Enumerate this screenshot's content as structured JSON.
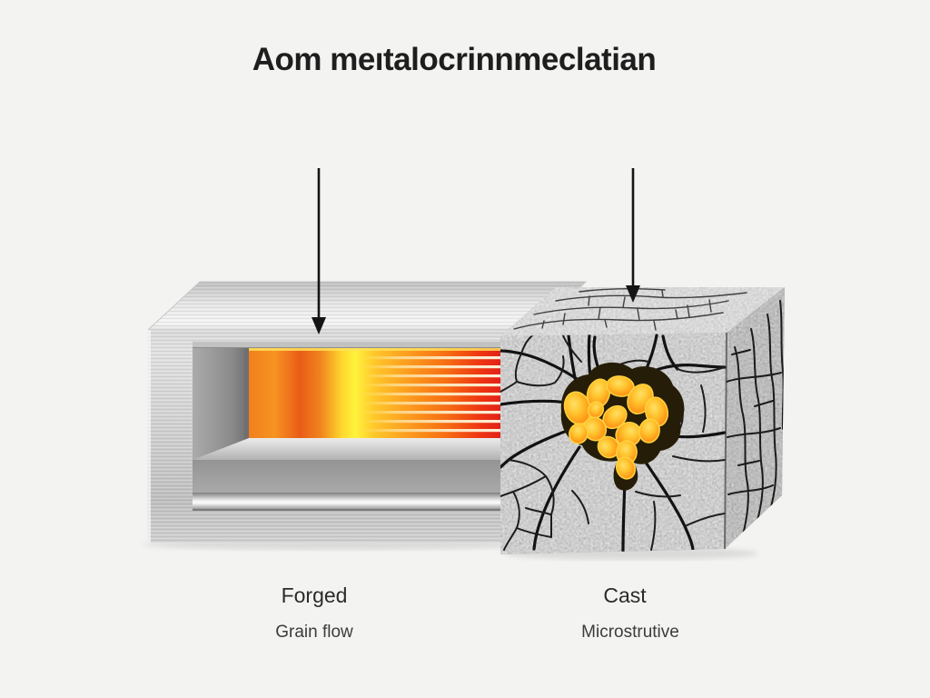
{
  "title": "Aom meıtalocrinnmeclatian",
  "background_color": "#f3f3f1",
  "forged": {
    "label": "Forged",
    "sublabel": "Grain flow",
    "description_icon": "down-arrow-icon"
  },
  "cast": {
    "label": "Cast",
    "sublabel": "Microstrutive",
    "description_icon": "down-arrow-icon"
  },
  "colors": {
    "arrow": "#141414",
    "title_text": "#1e1e1e",
    "label_text": "#2b2b2b",
    "sublabel_text": "#3c3c3c",
    "metal_silver": "#d2d2d2",
    "grain_flow_orange": "#f5821f",
    "grain_flow_yellow": "#fff23c",
    "grain_flow_red": "#e2211a",
    "cast_granite": "#a2a2a2",
    "crack_black": "#141414",
    "kernel_yellow": "#ffd24a",
    "kernel_orange": "#ff9416"
  }
}
